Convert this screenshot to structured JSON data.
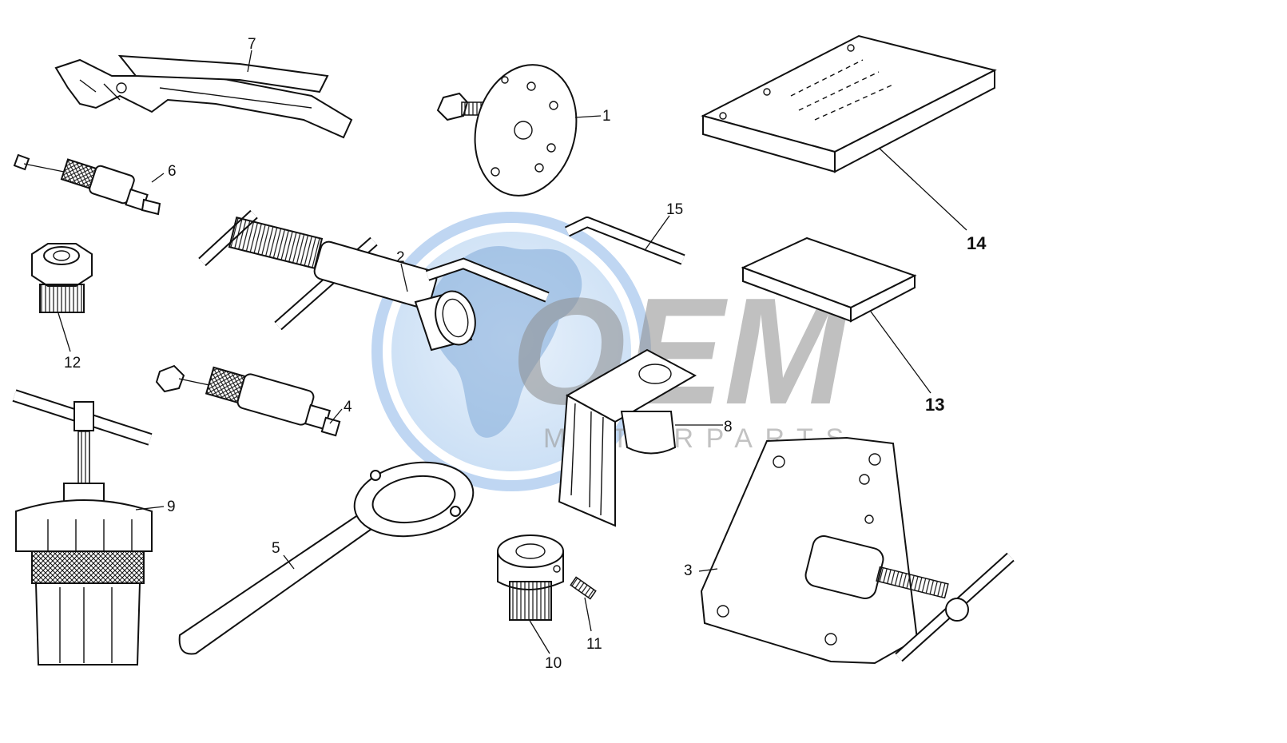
{
  "watermark": {
    "brand": "OEM",
    "sub": "MOTORPARTS",
    "brand_color": "#8c8c8c",
    "globe_color": "#a9c8ee"
  },
  "callouts": [
    "1",
    "2",
    "3",
    "4",
    "5",
    "6",
    "7",
    "8",
    "9",
    "10",
    "11",
    "12",
    "13",
    "14",
    "15"
  ]
}
